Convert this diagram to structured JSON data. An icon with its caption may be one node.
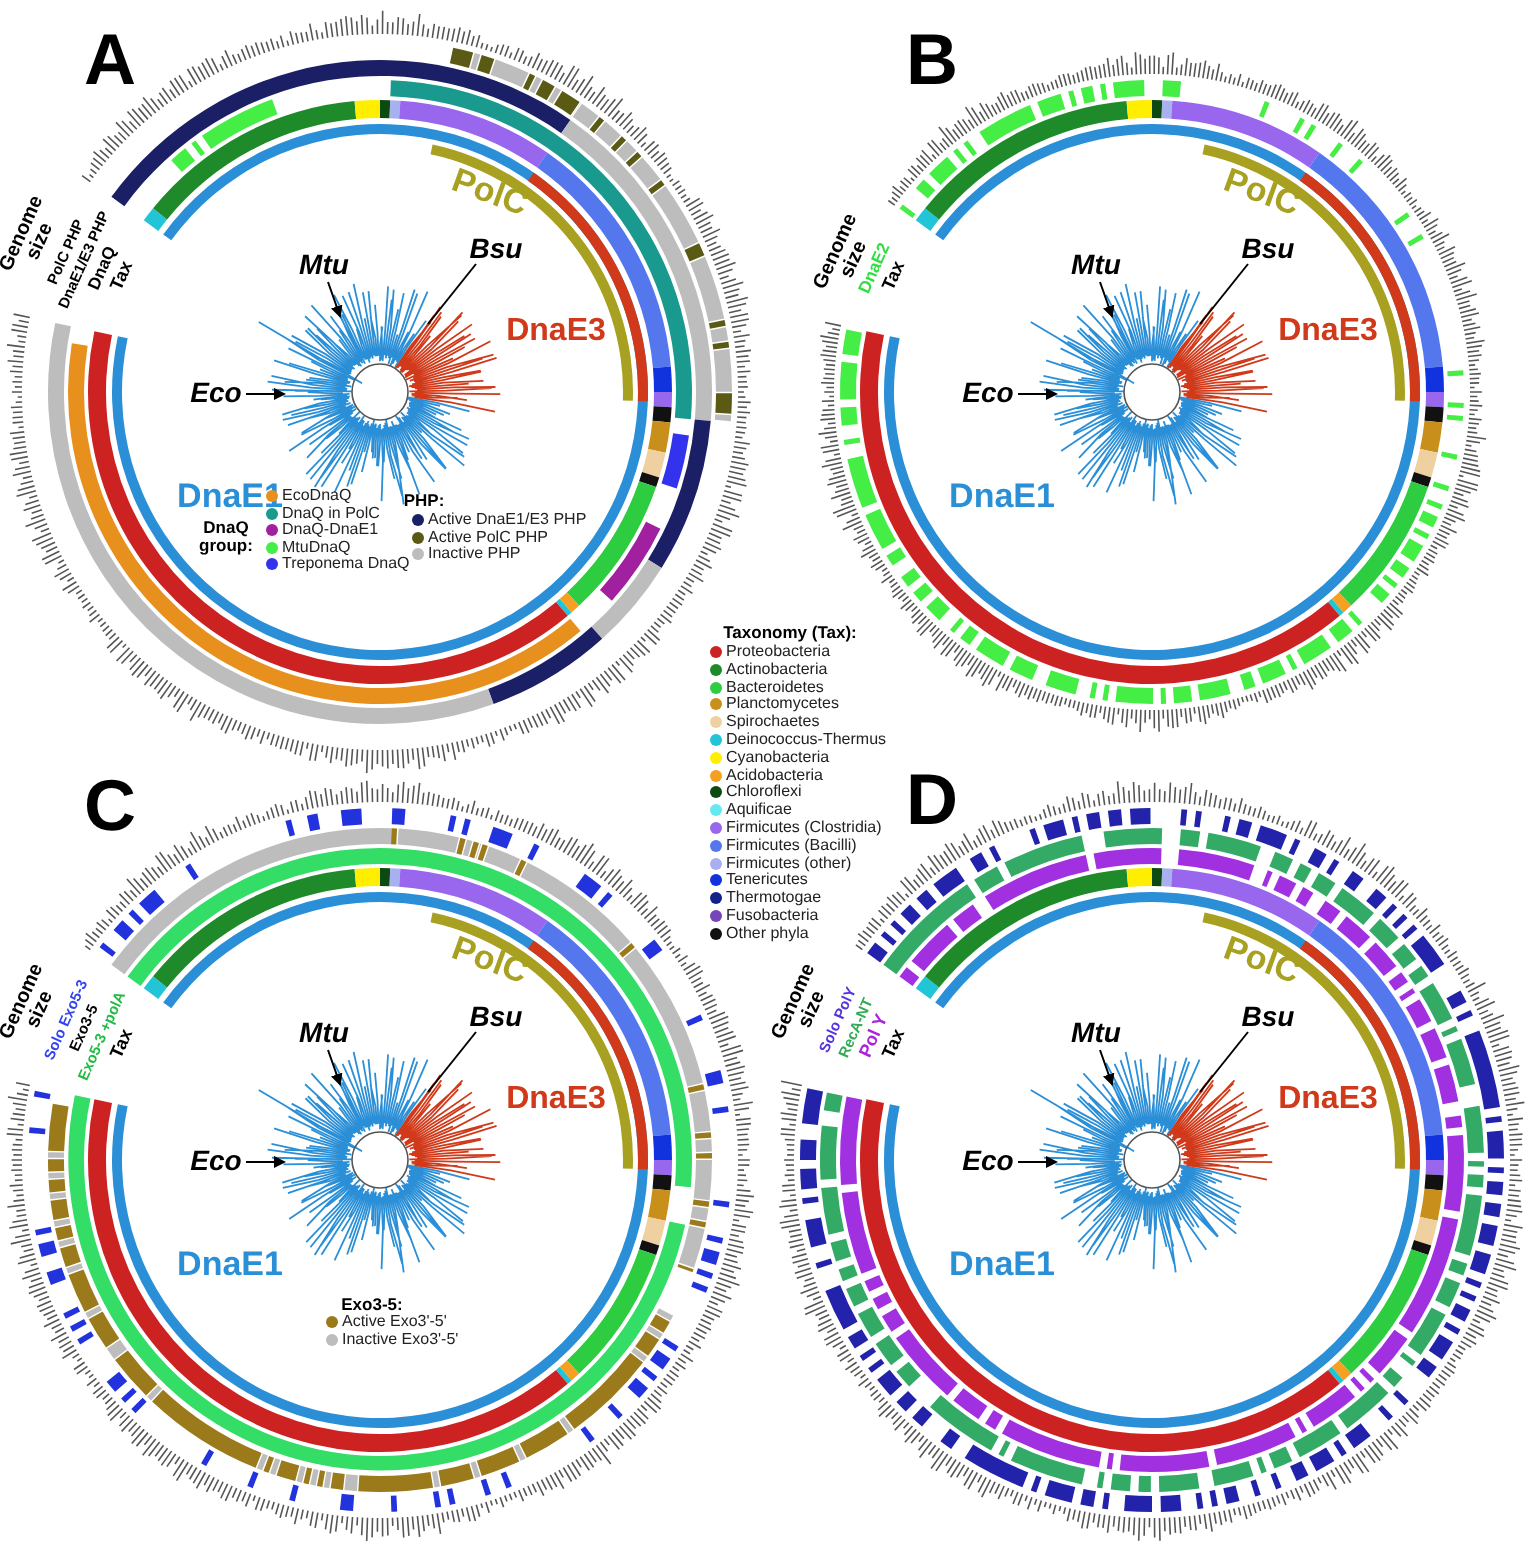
{
  "diagram": {
    "nodes": [
      {
        "text": [],
        "shape": "picture"
      },
      {
        "text": [
          "Mtu"
        ]
      },
      {
        "text": [
          "Bsu"
        ]
      },
      {
        "text": [
          "Eco"
        ]
      },
      {
        "text": [],
        "shape": "picture"
      },
      {
        "text": [
          "Mtu"
        ]
      },
      {
        "text": [
          "Bsu"
        ]
      },
      {
        "text": [
          "Eco"
        ]
      },
      {
        "text": [],
        "shape": "picture"
      },
      {
        "text": [
          "Mtu"
        ]
      },
      {
        "text": [
          "Bsu"
        ]
      },
      {
        "text": [
          "Eco"
        ]
      },
      {
        "text": [],
        "shape": "picture"
      },
      {
        "text": [
          "Mtu"
        ]
      },
      {
        "text": [
          "Bsu"
        ]
      },
      {
        "text": [
          "Eco"
        ]
      }
    ],
    "edges": [
      {
        "from": 1,
        "to": 0,
        "arrow": "to"
      },
      {
        "from": 2,
        "to": 0,
        "arrow": "none"
      },
      {
        "from": 3,
        "to": 0,
        "arrow": "to"
      },
      {
        "from": 5,
        "to": 4,
        "arrow": "to"
      },
      {
        "from": 6,
        "to": 4,
        "arrow": "none"
      },
      {
        "from": 7,
        "to": 4,
        "arrow": "to"
      },
      {
        "from": 9,
        "to": 8,
        "arrow": "to"
      },
      {
        "from": 10,
        "to": 8,
        "arrow": "none"
      },
      {
        "from": 11,
        "to": 8,
        "arrow": "to"
      },
      {
        "from": 13,
        "to": 12,
        "arrow": "to"
      },
      {
        "from": 14,
        "to": 12,
        "arrow": "none"
      },
      {
        "from": 15,
        "to": 12,
        "arrow": "to"
      }
    ],
    "labels": [
      "A",
      "Genome size",
      "PolC PHP",
      "DnaE1/E3 PHP",
      "DnaQ",
      "Tax",
      "PolC",
      "DnaE3",
      "DnaE1",
      "DnaQ group:",
      "PHP:",
      "B",
      "Genome size",
      "DnaE2",
      "Tax",
      "PolC",
      "DnaE3",
      "DnaE1",
      "Taxonomy (Tax):",
      "C",
      "Genome size",
      "Solo Exo5-3",
      "Exo3-5",
      "Exo5-3 +polA",
      "Tax",
      "PolC",
      "DnaE3",
      "DnaE1",
      "Exo3-5:",
      "D",
      "Genome size",
      "Solo PolY",
      "RecA-NT",
      "Pol Y",
      "Tax",
      "PolC",
      "DnaE3",
      "DnaE1"
    ],
    "legend": [
      {
        "text": "EcoDnaQ",
        "color": "#e8901e"
      },
      {
        "text": "DnaQ in PolC",
        "color": "#1a9a8f"
      },
      {
        "text": "DnaQ-DnaE1",
        "color": "#a020a0"
      },
      {
        "text": "MtuDnaQ",
        "color": "#44ee44"
      },
      {
        "text": "Treponema DnaQ",
        "color": "#3333ee"
      },
      {
        "text": "Active DnaE1/E3 PHP",
        "color": "#1a1f66"
      },
      {
        "text": "Active PolC PHP",
        "color": "#5a5a14"
      },
      {
        "text": "Inactive PHP",
        "color": "#bdbdbd"
      },
      {
        "text": "Proteobacteria",
        "color": "#cc2222"
      },
      {
        "text": "Actinobacteria",
        "color": "#1f8a2a"
      },
      {
        "text": "Bacteroidetes",
        "color": "#2ecc40"
      },
      {
        "text": "Planctomycetes",
        "color": "#c8901a"
      },
      {
        "text": "Spirochaetes",
        "color": "#efd0a0"
      },
      {
        "text": "Deinococcus-Thermus",
        "color": "#22c4d8"
      },
      {
        "text": "Cyanobacteria",
        "color": "#ffee00"
      },
      {
        "text": "Acidobacteria",
        "color": "#f5a020"
      },
      {
        "text": "Chloroflexi",
        "color": "#0d4a12"
      },
      {
        "text": "Aquificae",
        "color": "#66e8f0"
      },
      {
        "text": "Firmicutes (Clostridia)",
        "color": "#9966ee"
      },
      {
        "text": "Firmicutes (Bacilli)",
        "color": "#5577ee"
      },
      {
        "text": "Firmicutes (other)",
        "color": "#a8b0f0"
      },
      {
        "text": "Tenericutes",
        "color": "#1133dd"
      },
      {
        "text": "Thermotogae",
        "color": "#14208a"
      },
      {
        "text": "Fusobacteria",
        "color": "#7744bb"
      },
      {
        "text": "Other phyla",
        "color": "#111111"
      },
      {
        "text": "Active Exo3'-5'",
        "color": "#9a7a1a"
      },
      {
        "text": "Inactive Exo3'-5'",
        "color": "#bdbdbd"
      }
    ]
  }
}
